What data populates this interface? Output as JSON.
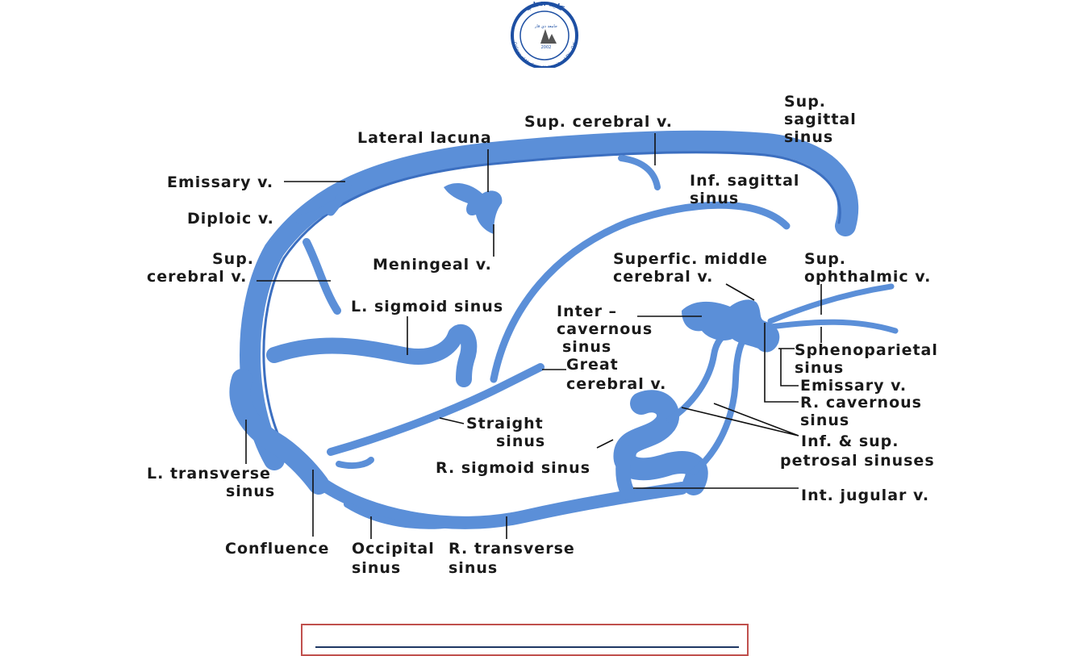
{
  "logo": {
    "arabic_text": "كلية الطب",
    "arabic_sub": "جامعة ذي قار",
    "english_text": "College of Medicine University of Thi - Qar",
    "year": "2002"
  },
  "colors": {
    "vessel": "#5b8fd8",
    "vessel_dark": "#3c6fc0",
    "logo_ring": "#1d4fa3",
    "logo_red": "#d6262b",
    "frame": "#c0504d",
    "rule": "#1f3864"
  },
  "labels": {
    "sup_sagittal_sinus": [
      "Sup.",
      "sagittal",
      "sinus"
    ],
    "sup_cerebral_v_top": "Sup. cerebral v.",
    "lateral_lacuna": "Lateral lacuna",
    "emissary_v_left": "Emissary v.",
    "inf_sagittal_sinus": [
      "Inf. sagittal",
      "sinus"
    ],
    "diploic_v": "Diploic v.",
    "meningeal_v": "Meningeal v.",
    "sup_cerebral_v_left": [
      "Sup.",
      "cerebral v."
    ],
    "superfic_middle_cerebral_v": [
      "Superfic. middle",
      "cerebral v."
    ],
    "sup_ophthalmic_v": [
      "Sup.",
      "ophthalmic v."
    ],
    "l_sigmoid_sinus": "L. sigmoid sinus",
    "intercavernous_sinus": [
      "Inter –",
      "cavernous",
      "sinus"
    ],
    "sphenoparietal_sinus": [
      "Sphenoparietal",
      "sinus"
    ],
    "great_cerebral_v": [
      "Great",
      "cerebral v."
    ],
    "emissary_v_right": "Emissary v.",
    "r_cavernous_sinus": [
      "R. cavernous",
      "sinus"
    ],
    "straight_sinus": [
      "Straight",
      "sinus"
    ],
    "inf_sup_petrosal_sinuses": [
      "Inf. & sup.",
      "petrosal sinuses"
    ],
    "r_sigmoid_sinus": "R. sigmoid sinus",
    "l_transverse_sinus": [
      "L. transverse",
      "sinus"
    ],
    "int_jugular_v": "Int. jugular v.",
    "confluence": "Confluence",
    "occipital_sinus": [
      "Occipital",
      "sinus"
    ],
    "r_transverse_sinus": [
      "R. transverse",
      "sinus"
    ]
  }
}
